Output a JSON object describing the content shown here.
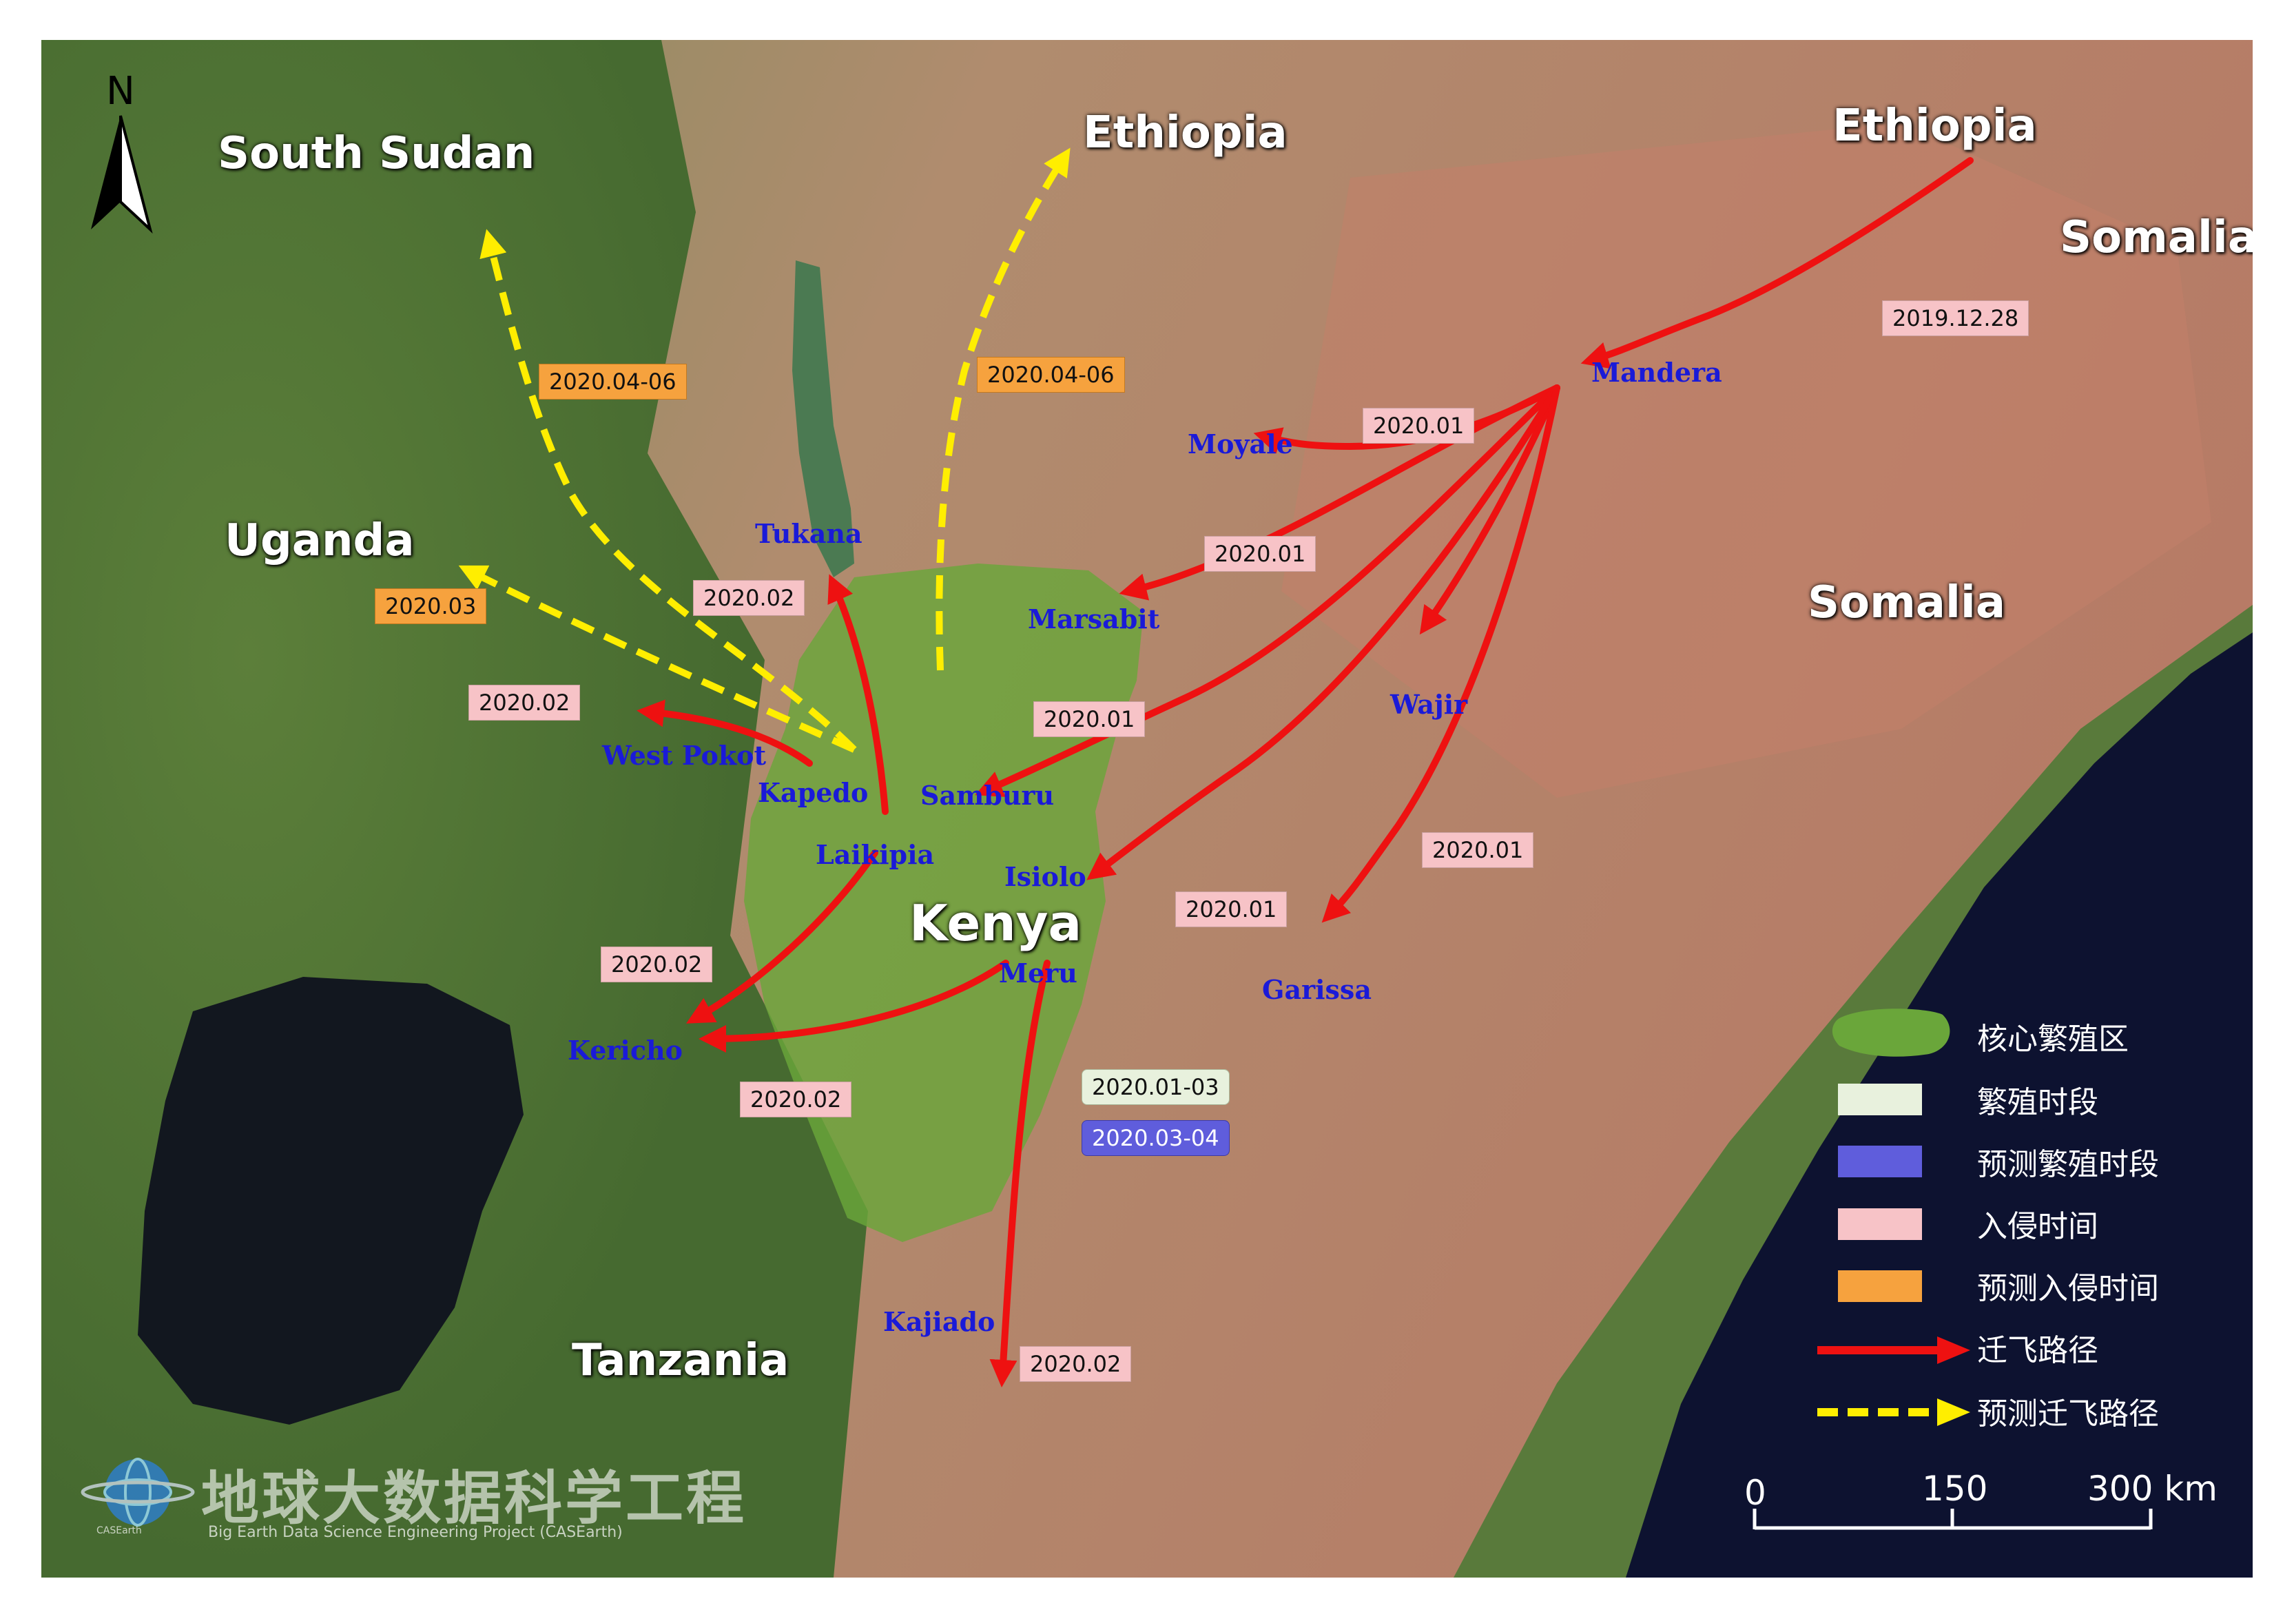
{
  "map": {
    "countries": {
      "south_sudan": "South Sudan",
      "ethiopia_north": "Ethiopia",
      "ethiopia_east": "Ethiopia",
      "somalia_north": "Somalia",
      "somalia_mid": "Somalia",
      "uganda": "Uganda",
      "kenya": "Kenya",
      "tanzania": "Tanzania"
    },
    "places": {
      "mandera": "Mandera",
      "moyale": "Moyale",
      "tukana": "Tukana",
      "marsabit": "Marsabit",
      "wajir": "Wajir",
      "west_pokot": "West Pokot",
      "kapedo": "Kapedo",
      "samburu": "Samburu",
      "laikipia": "Laikipia",
      "isiolo": "Isiolo",
      "meru": "Meru",
      "garissa": "Garissa",
      "kericho": "Kericho",
      "kajiado": "Kajiado"
    },
    "dates": {
      "somalia_to_mandera": "2019.12.28",
      "to_moyale": "2020.01",
      "to_marsabit": "2020.01",
      "to_laikipia": "2020.01",
      "to_meru": "2020.01",
      "to_garissa": "2020.01",
      "to_tukana": "2020.02",
      "to_west_pokot": "2020.02",
      "laikipia_to_kericho": "2020.02",
      "meru_to_kericho": "2020.02",
      "to_kajiado": "2020.02",
      "pred_south_sudan": "2020.04-06",
      "pred_ethiopia": "2020.04-06",
      "pred_uganda": "2020.03",
      "breeding_period": "2020.01-03",
      "pred_breeding_period": "2020.03-04"
    },
    "north_arrow": "N"
  },
  "legend": {
    "core_breeding_area": "核心繁殖区",
    "breeding_period": "繁殖时段",
    "pred_breeding_period": "预测繁殖时段",
    "invasion_time": "入侵时间",
    "pred_invasion_time": "预测入侵时间",
    "migration_route": "迁飞路径",
    "pred_migration_route": "预测迁飞路径"
  },
  "scale_bar": {
    "tick0": "0",
    "tick1": "150",
    "tick2": "300 km"
  },
  "watermark": {
    "title_cn": "地球大数据科学工程",
    "title_en": "Big Earth Data Science Engineering Project (CASEarth)",
    "badge": "CASEarth"
  },
  "colors": {
    "route": "#ee1111",
    "predicted_route": "#ffee00",
    "core_area": "#6aa63a",
    "breeding": "#e8f1dd",
    "pred_breeding": "#5f5ddc",
    "invasion": "#f7c3c7",
    "pred_invasion": "#f6a23e",
    "place_label": "#1a1ad8",
    "ocean": "#0d1230"
  }
}
